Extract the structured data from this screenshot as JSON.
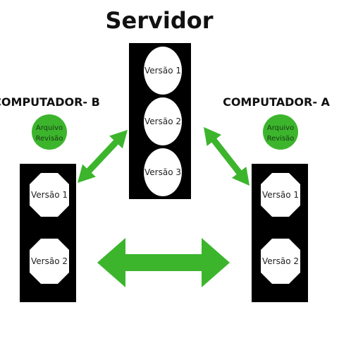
{
  "title": "Servidor",
  "colors": {
    "block": "#000000",
    "node": "#ffffff",
    "accent": "#3cb52d",
    "text_dark": "#222222",
    "text_on_green": "#173a12"
  },
  "server": {
    "versions": [
      "Versão 1",
      "Versão 2",
      "Versão 3"
    ],
    "node_shape": "circle"
  },
  "computer_b": {
    "label": "COMPUTADOR- B",
    "badge": [
      "Arquivo",
      "Revisão"
    ],
    "versions": [
      "Versão 1",
      "Versão 2"
    ],
    "node_shape": "octagon"
  },
  "computer_a": {
    "label": "COMPUTADOR- A",
    "badge": [
      "Arquivo",
      "Revisão"
    ],
    "versions": [
      "Versão 1",
      "Versão 2"
    ],
    "node_shape": "octagon"
  },
  "arrows": {
    "icon": "double-headed-arrow",
    "links": [
      "server-computer-b",
      "server-computer-a",
      "computer-b-computer-a"
    ]
  }
}
